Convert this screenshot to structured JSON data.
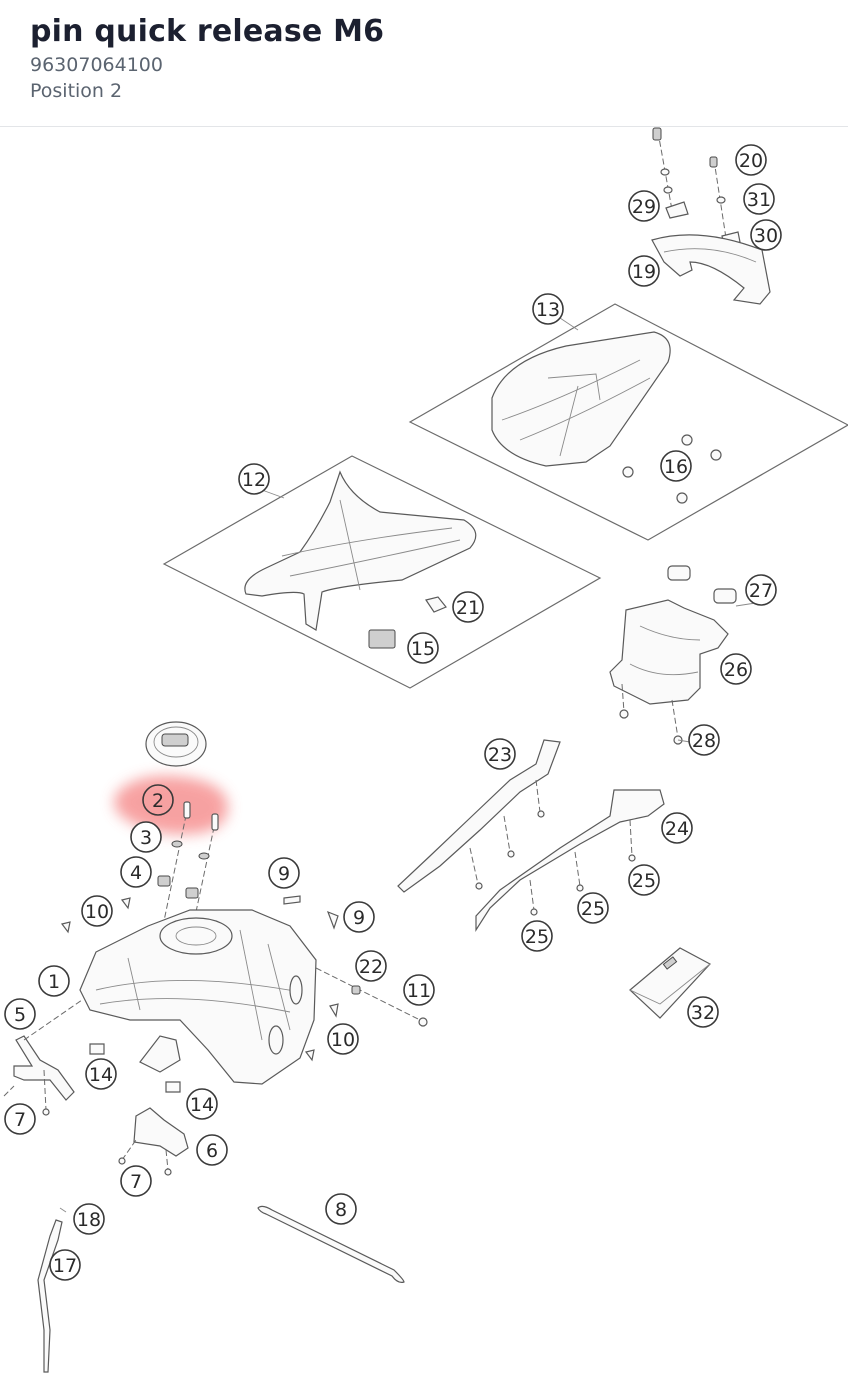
{
  "header": {
    "title": "pin quick release M6",
    "part_number": "96307064100",
    "position": "Position 2"
  },
  "diagram": {
    "highlight_color": "#f58a8a",
    "highlighted_callout": "2",
    "callouts": [
      "1",
      "2",
      "3",
      "4",
      "5",
      "6",
      "7",
      "7",
      "8",
      "9",
      "9",
      "10",
      "10",
      "11",
      "12",
      "13",
      "14",
      "14",
      "15",
      "16",
      "17",
      "18",
      "19",
      "20",
      "21",
      "22",
      "23",
      "24",
      "25",
      "25",
      "25",
      "26",
      "27",
      "28",
      "29",
      "30",
      "31",
      "32"
    ]
  }
}
